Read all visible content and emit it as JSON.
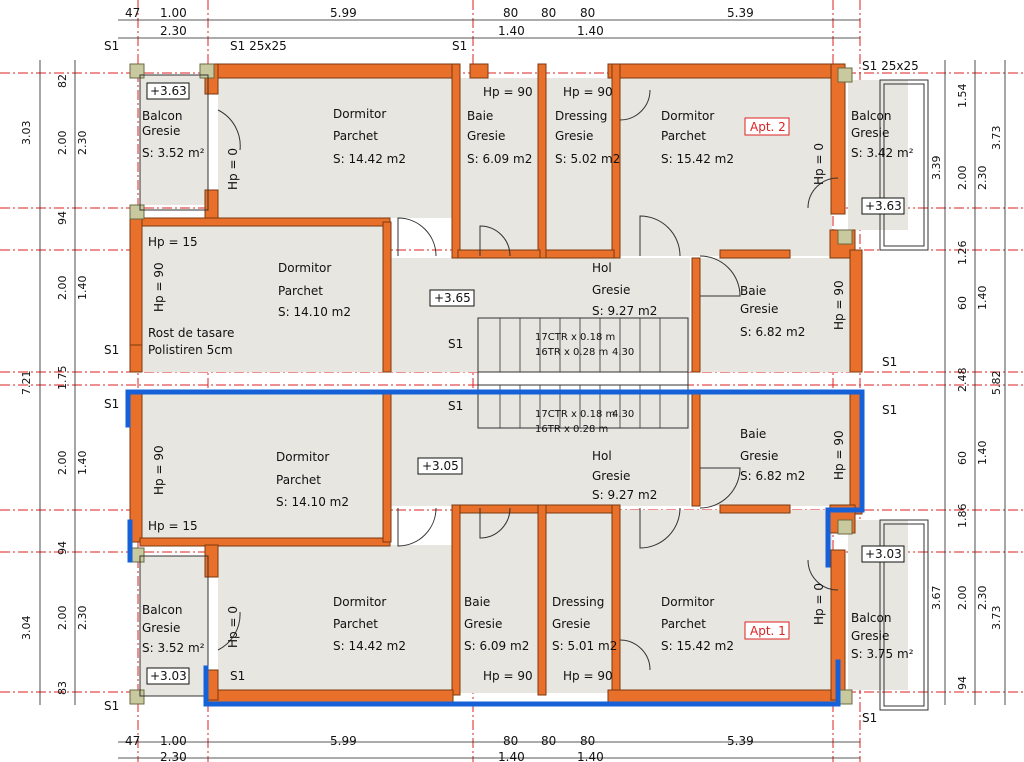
{
  "top_dims_row1": [
    "47",
    "1.00",
    "5.99",
    "80",
    "80",
    "80",
    "5.39"
  ],
  "top_dims_row2": [
    "2.30",
    "1.40",
    "1.40"
  ],
  "bottom_dims_row1": [
    "47",
    "1.00",
    "5.99",
    "80",
    "80",
    "80",
    "5.39"
  ],
  "bottom_dims_row2": [
    "2.30",
    "1.40",
    "1.40"
  ],
  "left_dims": [
    "82",
    "3.03",
    "2.00",
    "2.30",
    "94",
    "2.00",
    "1.40",
    "7.21",
    "1.75",
    "2.00",
    "1.40",
    "94",
    "3.04",
    "2.00",
    "2.30",
    "83"
  ],
  "right_dims": [
    "1.54",
    "3.73",
    "2.30",
    "2.00",
    "3.39",
    "1.26",
    "60",
    "1.40",
    "2.48",
    "5.82",
    "60",
    "1.40",
    "1.86",
    "2.00",
    "2.30",
    "3.67",
    "3.73",
    "94"
  ],
  "apt2": {
    "label": "Apt. 2",
    "level_left": "+3.63",
    "level_right": "+3.63",
    "level_hall": "+3.65",
    "rooms": [
      {
        "name": "Balcon",
        "finish": "Gresie",
        "area": "S: 3.52 m²",
        "key": "balcon_l"
      },
      {
        "name": "Dormitor",
        "finish": "Parchet",
        "area": "S: 14.42 m2",
        "key": "dorm_top"
      },
      {
        "name": "Baie",
        "finish": "Gresie",
        "area": "S: 6.09 m2",
        "key": "baie_top"
      },
      {
        "name": "Dressing",
        "finish": "Gresie",
        "area": "S: 5.02 m2",
        "key": "dress_top"
      },
      {
        "name": "Dormitor",
        "finish": "Parchet",
        "area": "S: 15.42 m2",
        "key": "dorm_tr"
      },
      {
        "name": "Balcon",
        "finish": "Gresie",
        "area": "S: 3.42 m²",
        "key": "balcon_r"
      },
      {
        "name": "Dormitor",
        "finish": "Parchet",
        "area": "S: 14.10 m2",
        "key": "dorm_mid"
      },
      {
        "name": "Hol",
        "finish": "Gresie",
        "area": "S: 9.27 m2",
        "key": "hol"
      },
      {
        "name": "Baie",
        "finish": "Gresie",
        "area": "S: 6.82 m2",
        "key": "baie_r"
      }
    ]
  },
  "apt1": {
    "label": "Apt. 1",
    "level_left": "+3.03",
    "level_right": "+3.03",
    "level_hall": "+3.05",
    "rooms": [
      {
        "name": "Balcon",
        "finish": "Gresie",
        "area": "S: 3.52 m²"
      },
      {
        "name": "Dormitor",
        "finish": "Parchet",
        "area": "S: 14.42 m2"
      },
      {
        "name": "Baie",
        "finish": "Gresie",
        "area": "S: 6.09 m2"
      },
      {
        "name": "Dressing",
        "finish": "Gresie",
        "area": "S: 5.01 m2"
      },
      {
        "name": "Dormitor",
        "finish": "Parchet",
        "area": "S: 15.42 m2"
      },
      {
        "name": "Balcon",
        "finish": "Gresie",
        "area": "S: 3.75 m²"
      },
      {
        "name": "Dormitor",
        "finish": "Parchet",
        "area": "S: 14.10 m2"
      },
      {
        "name": "Hol",
        "finish": "Gresie",
        "area": "S: 9.27 m2"
      },
      {
        "name": "Baie",
        "finish": "Gresie",
        "area": "S: 6.82 m2"
      }
    ]
  },
  "notes": {
    "s1": "S1",
    "s1_25": "S1 25x25",
    "rost": "Rost de tasare",
    "polistiren": "Polistiren 5cm",
    "stairs_a": "17CTR x 0.18 m",
    "stairs_b": "16TR x 0.28 m",
    "stairs_len": "4.30",
    "hp90": "Hp = 90",
    "hp0": "Hp = 0",
    "hp15": "Hp = 15"
  },
  "colors": {
    "wall": "#e8702a",
    "room": "#e8e6e1",
    "axis": "#dd2222",
    "boundary": "#1660d8"
  }
}
